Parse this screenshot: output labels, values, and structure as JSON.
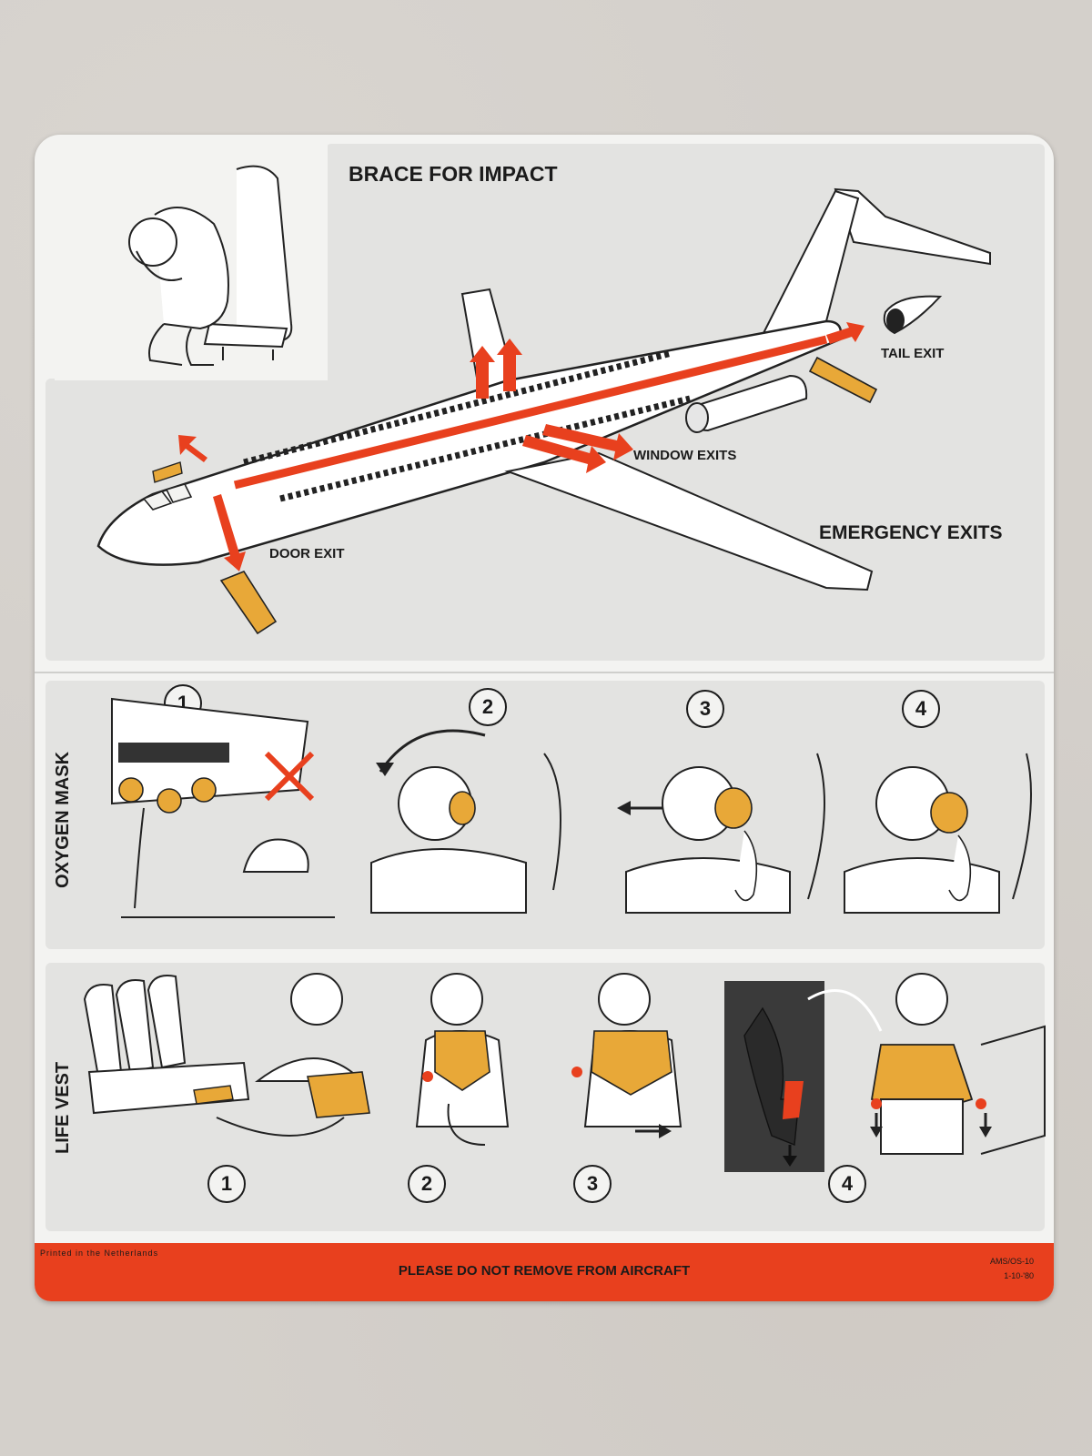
{
  "card": {
    "brace_title": "BRACE FOR IMPACT",
    "emergency_title": "EMERGENCY EXITS",
    "tail_exit": "TAIL EXIT",
    "window_exits": "WINDOW EXITS",
    "door_exit": "DOOR EXIT",
    "oxygen_title": "OXYGEN MASK",
    "vest_title": "LIFE VEST",
    "oxygen_steps": [
      "1",
      "2",
      "3",
      "4"
    ],
    "vest_steps": [
      "1",
      "2",
      "3",
      "4"
    ],
    "footer": {
      "printed": "Printed in the Netherlands",
      "notice": "PLEASE DO NOT REMOVE FROM AIRCRAFT",
      "code_line1": "AMS/OS-10",
      "code_line2": "1-10-'80"
    }
  },
  "colors": {
    "accent_red": "#e8401e",
    "vest_orange": "#e8a838",
    "panel_gray": "#e3e3e1"
  }
}
